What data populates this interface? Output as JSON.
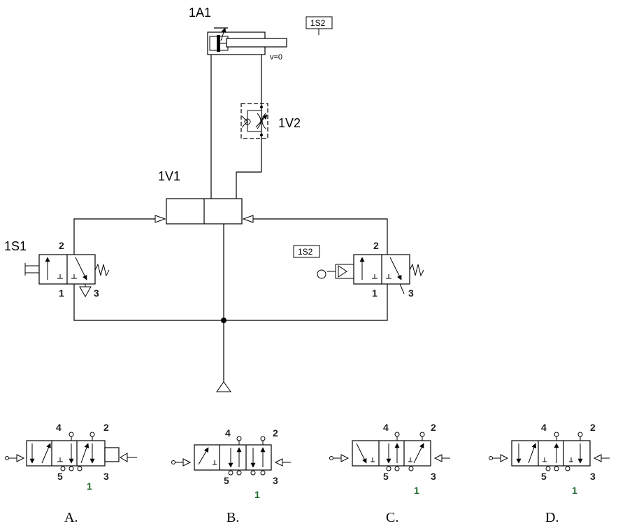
{
  "labels": {
    "cylinder": "1A1",
    "velocity": "v=0",
    "sensor_tag_top": "1S2",
    "throttle": "1V2",
    "main_valve": "1V1",
    "left_valve": "1S1",
    "right_valve_tag": "1S2",
    "left_port_2": "2",
    "left_port_1": "1",
    "left_port_3": "3",
    "right_port_2": "2",
    "right_port_1": "1",
    "right_port_3": "3"
  },
  "options": [
    {
      "letter": "A.",
      "port_4": "4",
      "port_2": "2",
      "port_5": "5",
      "port_3": "3",
      "port_1": "1"
    },
    {
      "letter": "B.",
      "port_4": "4",
      "port_2": "2",
      "port_5": "5",
      "port_3": "3",
      "port_1": "1"
    },
    {
      "letter": "C.",
      "port_4": "4",
      "port_2": "2",
      "port_5": "5",
      "port_3": "3",
      "port_1": "1"
    },
    {
      "letter": "D.",
      "port_4": "4",
      "port_2": "2",
      "port_5": "5",
      "port_3": "3",
      "port_1": "1"
    }
  ]
}
